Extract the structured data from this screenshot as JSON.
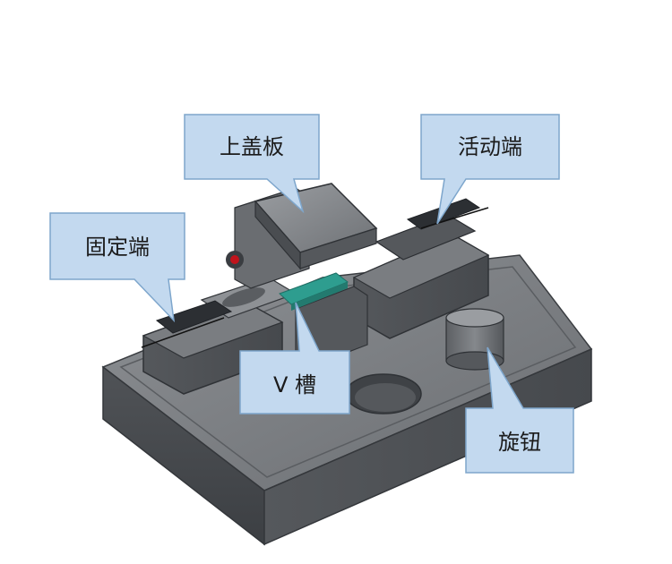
{
  "labels": {
    "top_cover": "上盖板",
    "movable_end": "活动端",
    "fixed_end": "固定端",
    "v_groove": "V 槽",
    "knob": "旋钮"
  },
  "colors": {
    "callout_fill": "#c3d9ef",
    "callout_stroke": "#7ea6cc",
    "body_dark": "#4a4d51",
    "body_mid": "#606367",
    "body_light": "#8a8d91",
    "v_groove": "#2e9d8f",
    "indicator_red": "#c0141c"
  }
}
